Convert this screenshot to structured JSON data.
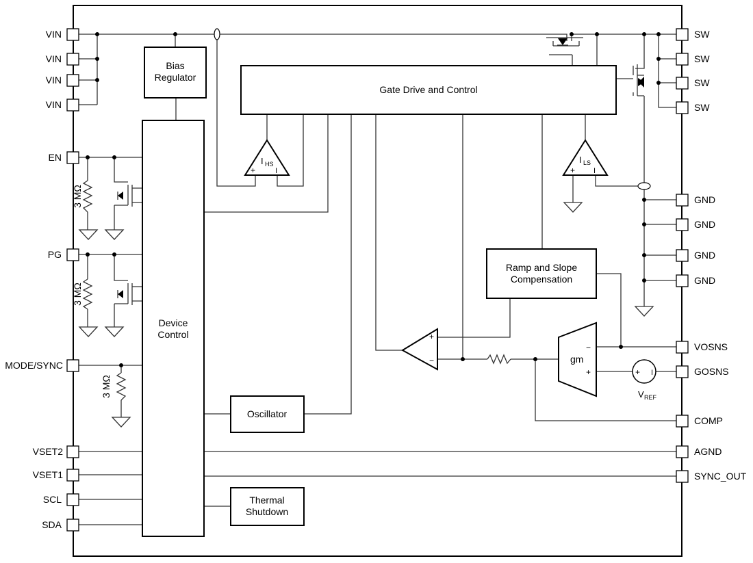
{
  "pins": {
    "left": {
      "vin_1": "VIN",
      "vin_2": "VIN",
      "vin_3": "VIN",
      "vin_4": "VIN",
      "en": "EN",
      "pg": "PG",
      "mode_sync": "MODE/SYNC",
      "vset2": "VSET2",
      "vset1": "VSET1",
      "scl": "SCL",
      "sda": "SDA"
    },
    "right": {
      "sw_1": "SW",
      "sw_2": "SW",
      "sw_3": "SW",
      "sw_4": "SW",
      "gnd_1": "GND",
      "gnd_2": "GND",
      "gnd_3": "GND",
      "gnd_4": "GND",
      "vosns": "VOSNS",
      "gosns": "GOSNS",
      "comp": "COMP",
      "agnd": "AGND",
      "sync_out": "SYNC_OUT"
    }
  },
  "blocks": {
    "bias_regulator": [
      "Bias",
      "Regulator"
    ],
    "gate_drive": "Gate Drive and Control",
    "device_control": [
      "Device",
      "Control"
    ],
    "ramp_slope": [
      "Ramp and Slope",
      "Compensation"
    ],
    "oscillator": "Oscillator",
    "thermal_shutdown": [
      "Thermal",
      "Shutdown"
    ]
  },
  "components": {
    "resistor_en": "3 MΩ",
    "resistor_pg": "3 MΩ",
    "resistor_mode": "3 MΩ",
    "amp_hs": {
      "label": "I",
      "sub": "HS",
      "plus": "+",
      "minus": "I"
    },
    "amp_ls": {
      "label": "I",
      "sub": "LS",
      "plus": "+",
      "minus": "I"
    },
    "comparator": {
      "plus": "+",
      "minus": "−"
    },
    "gm_amp": {
      "label": "gm",
      "minus": "−",
      "plus": "+"
    },
    "vref": {
      "label": "V",
      "sub": "REF",
      "plus": "+",
      "minus": "I"
    }
  }
}
